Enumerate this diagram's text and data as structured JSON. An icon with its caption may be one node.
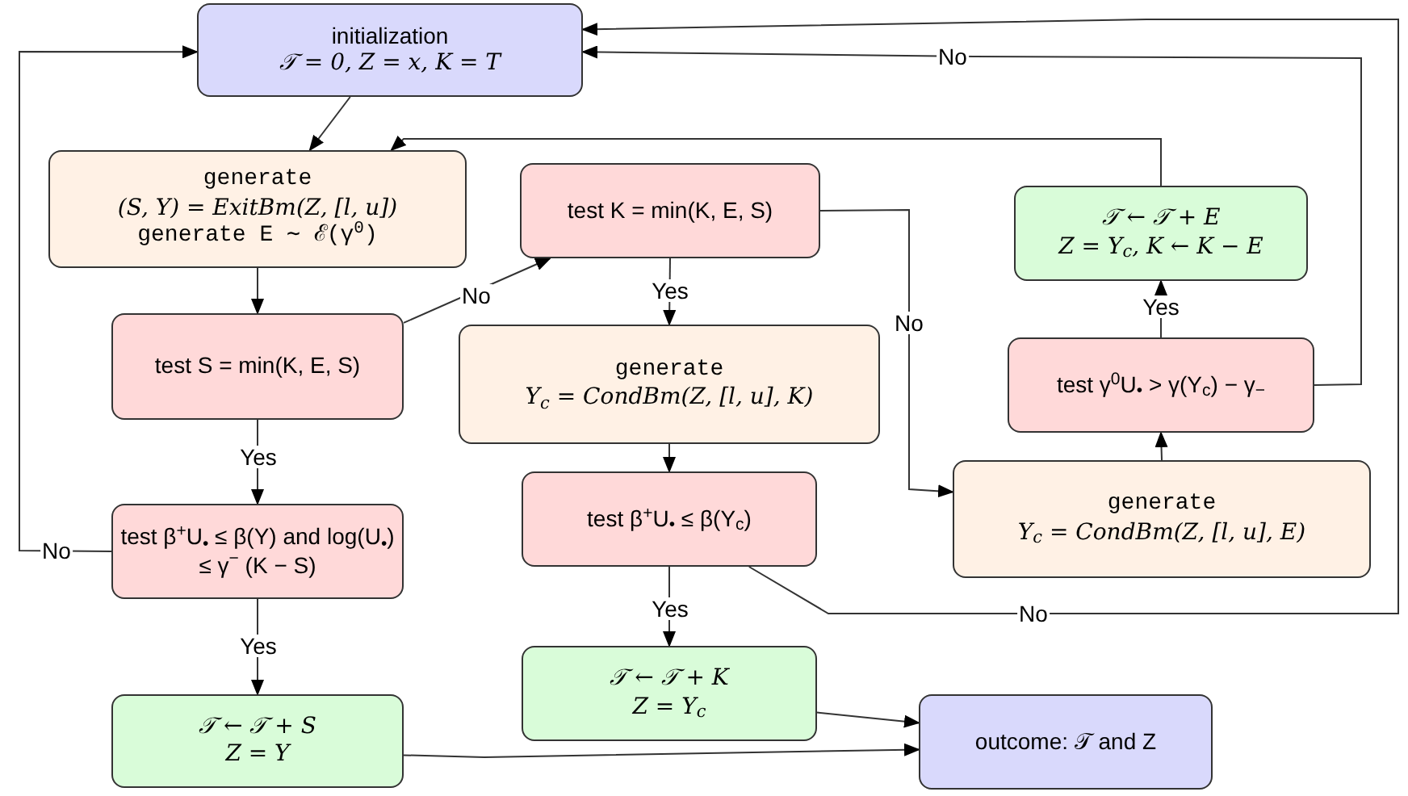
{
  "diagram": {
    "nodes": [
      {
        "text": [
          "initialization",
          "𝒯 = 0, Z = x, K = T"
        ]
      },
      {
        "text": [
          "generate",
          "(S, Y) = ExitBm(Z, [l, u])",
          "generate E ∼ ℰ(γ$^{0}$)"
        ]
      },
      {
        "text": [
          "test S = min(K, E, S)"
        ]
      },
      {
        "text": [
          "test β$^{+}$U$_{•}$ ≤ β(Y) and log(U$_{•}$) ≤ γ$^{−}$ (K − S)"
        ]
      },
      {
        "text": [
          "𝒯 ← 𝒯 + S",
          "Z = Y"
        ]
      },
      {
        "text": [
          "test K = min(K, E, S)"
        ]
      },
      {
        "text": [
          "generate",
          "Y$_{c}$ = CondBm(Z, [l, u], K)"
        ]
      },
      {
        "text": [
          "test β$^{+}$U$_{•}$ ≤ β(Y$_{c}$)"
        ]
      },
      {
        "text": [
          "𝒯 ← 𝒯 + K",
          "Z = Y$_{c}$"
        ]
      },
      {
        "text": [
          "outcome: 𝒯 and Z"
        ]
      },
      {
        "text": [
          "𝒯 ← 𝒯 + E",
          "Z = Y$_{c}$, K ← K − E"
        ]
      },
      {
        "text": [
          "test γ$^{0}$U$_{•}$ > γ(Y$_{c}$) − γ$_{−}$"
        ]
      },
      {
        "text": [
          "generate",
          "Y$_{c}$ = CondBm(Z, [l, u], E)"
        ]
      }
    ],
    "edges": [
      {
        "from": 0,
        "to": 1,
        "arrow": "to"
      },
      {
        "from": 1,
        "to": 2,
        "arrow": "to"
      },
      {
        "from": 2,
        "to": 3,
        "arrow": "to",
        "label": "Yes"
      },
      {
        "from": 2,
        "to": 5,
        "arrow": "to",
        "label": "No"
      },
      {
        "from": 3,
        "to": 4,
        "arrow": "to",
        "label": "Yes"
      },
      {
        "from": 3,
        "to": 0,
        "arrow": "to",
        "label": "No"
      },
      {
        "from": 5,
        "to": 6,
        "arrow": "to",
        "label": "Yes"
      },
      {
        "from": 5,
        "to": 12,
        "arrow": "to",
        "label": "No"
      },
      {
        "from": 6,
        "to": 7,
        "arrow": "to"
      },
      {
        "from": 7,
        "to": 8,
        "arrow": "to",
        "label": "Yes"
      },
      {
        "from": 7,
        "to": 0,
        "arrow": "to",
        "label": "No"
      },
      {
        "from": 8,
        "to": 9,
        "arrow": "to"
      },
      {
        "from": 4,
        "to": 9,
        "arrow": "to"
      },
      {
        "from": 10,
        "to": 1,
        "arrow": "to"
      },
      {
        "from": 11,
        "to": 10,
        "arrow": "to",
        "label": "Yes"
      },
      {
        "from": 11,
        "to": 0,
        "arrow": "to",
        "label": "No"
      },
      {
        "from": 12,
        "to": 11,
        "arrow": "to"
      }
    ]
  }
}
